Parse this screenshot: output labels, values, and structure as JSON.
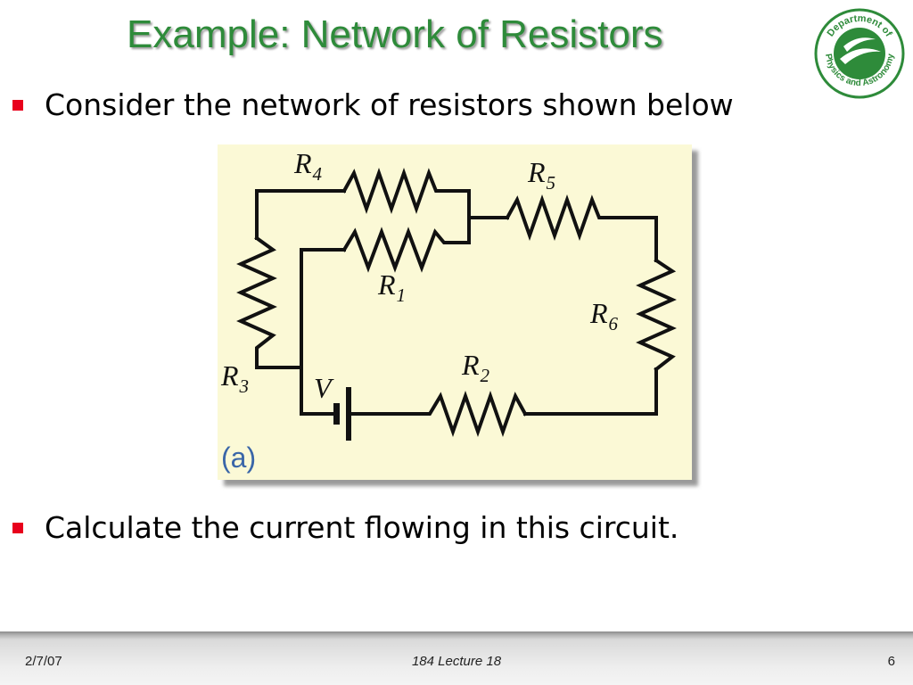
{
  "slide": {
    "title": "Example: Network of Resistors",
    "bullets": [
      "Consider the network of resistors shown below",
      "Calculate the current flowing in this circuit."
    ]
  },
  "logo": {
    "top_text": "Department of",
    "bottom_text": "Physics and Astronomy",
    "color": "#2e8b3a"
  },
  "figure": {
    "label": "(a)",
    "components": {
      "R4": {
        "letter": "R",
        "sub": "4"
      },
      "R5": {
        "letter": "R",
        "sub": "5"
      },
      "R1": {
        "letter": "R",
        "sub": "1"
      },
      "R6": {
        "letter": "R",
        "sub": "6"
      },
      "R3": {
        "letter": "R",
        "sub": "3"
      },
      "R2": {
        "letter": "R",
        "sub": "2"
      },
      "V": {
        "letter": "V"
      }
    },
    "background": "#fbf9d6",
    "label_color": "#3a66a8"
  },
  "footer": {
    "date": "2/7/07",
    "lecture": "184 Lecture 18",
    "page": "6"
  },
  "colors": {
    "title": "#2e8b3a",
    "bullet": "#e8001c"
  }
}
